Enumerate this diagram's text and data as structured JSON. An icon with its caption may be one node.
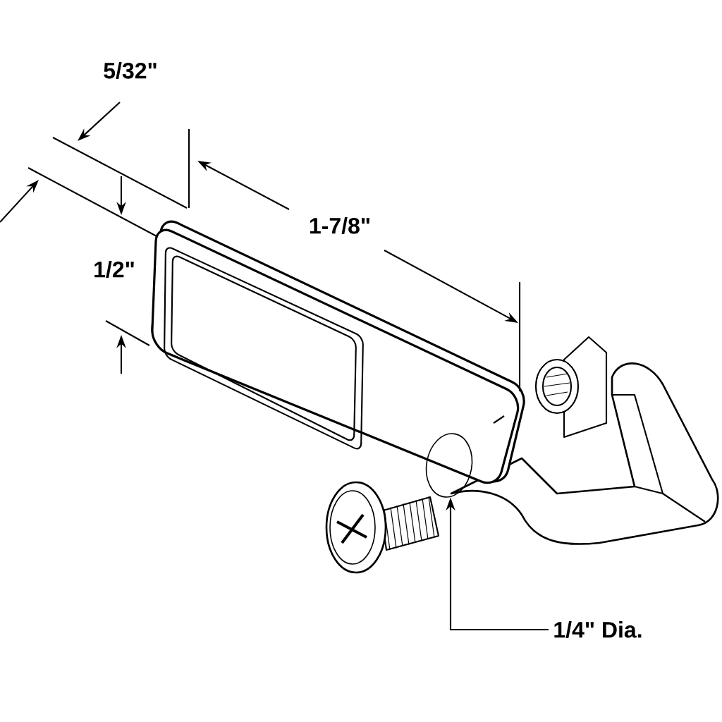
{
  "diagram": {
    "nodes": [
      {
        "text": [
          "1/4\" Dia."
        ]
      },
      {
        "text": [],
        "shape": "circle"
      }
    ],
    "edges": [
      {
        "from": 0,
        "to": 1,
        "arrow": "to"
      }
    ],
    "labels": [
      "5/32\"",
      "1-7/8\"",
      "1/2\""
    ]
  }
}
